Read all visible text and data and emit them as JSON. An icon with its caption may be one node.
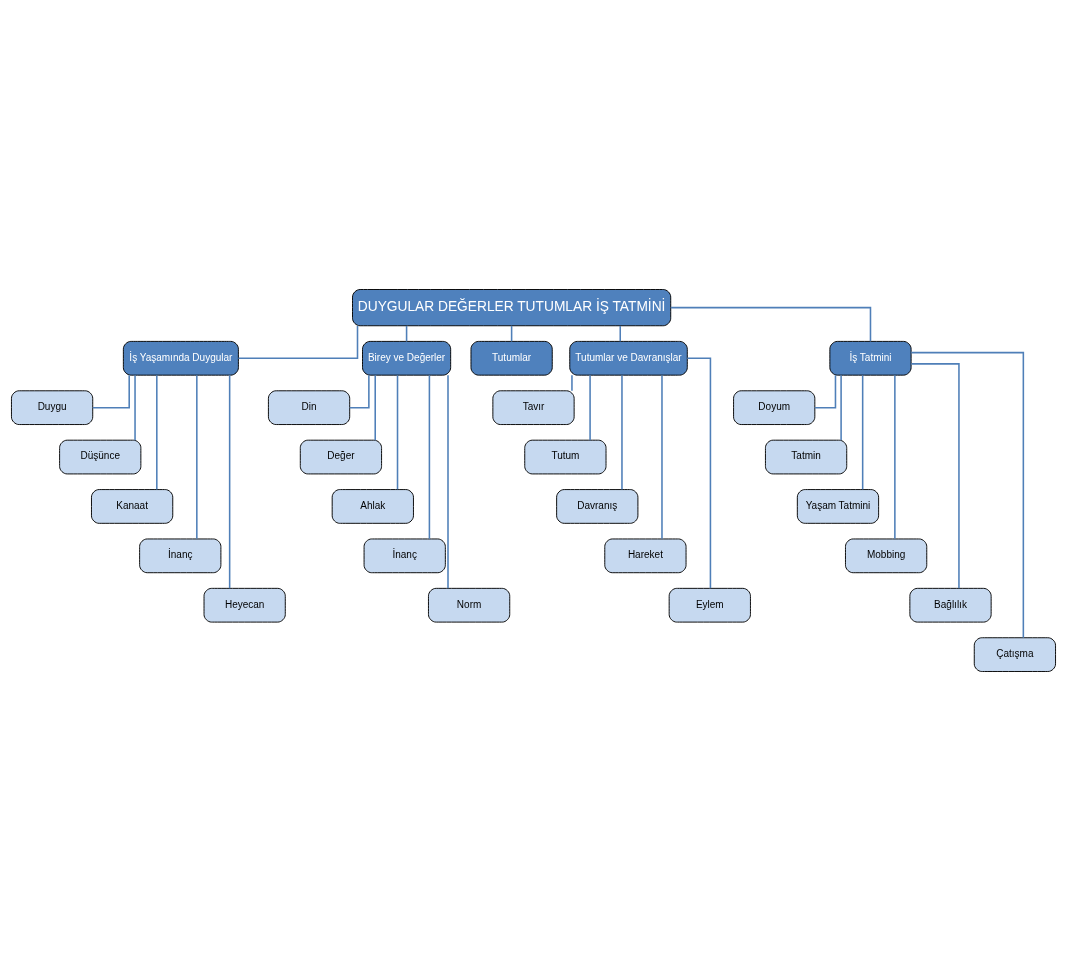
{
  "diagram": {
    "nodes": [
      {
        "text": [
          "DUYGULAR DEĞERLER TUTUMLAR İŞ TATMİNİ"
        ]
      },
      {
        "text": [
          "İş Yaşamında Duygular"
        ]
      },
      {
        "text": [
          "Birey ve Değerler"
        ]
      },
      {
        "text": [
          "Tutumlar"
        ]
      },
      {
        "text": [
          "Tutumlar ve Davranışlar"
        ]
      },
      {
        "text": [
          "İş Tatmini"
        ]
      },
      {
        "text": [
          "Duygu"
        ]
      },
      {
        "text": [
          "Düşünce"
        ]
      },
      {
        "text": [
          "Kanaat"
        ]
      },
      {
        "text": [
          "İnanç"
        ]
      },
      {
        "text": [
          "Heyecan"
        ]
      },
      {
        "text": [
          "Din"
        ]
      },
      {
        "text": [
          "Değer"
        ]
      },
      {
        "text": [
          "Ahlak"
        ]
      },
      {
        "text": [
          "İnanç"
        ]
      },
      {
        "text": [
          "Norm"
        ]
      },
      {
        "text": [
          "Tavır"
        ]
      },
      {
        "text": [
          "Tutum"
        ]
      },
      {
        "text": [
          "Davranış"
        ]
      },
      {
        "text": [
          "Hareket"
        ]
      },
      {
        "text": [
          "Eylem"
        ]
      },
      {
        "text": [
          "Doyum"
        ]
      },
      {
        "text": [
          "Tatmin"
        ]
      },
      {
        "text": [
          "Yaşam Tatmini"
        ]
      },
      {
        "text": [
          "Mobbing"
        ]
      },
      {
        "text": [
          "Bağlılık"
        ]
      },
      {
        "text": [
          "Çatışma"
        ]
      }
    ],
    "edges": [
      {
        "from": 0,
        "to": 1,
        "arrow": "none"
      },
      {
        "from": 0,
        "to": 2,
        "arrow": "none"
      },
      {
        "from": 0,
        "to": 3,
        "arrow": "none"
      },
      {
        "from": 0,
        "to": 4,
        "arrow": "none"
      },
      {
        "from": 0,
        "to": 5,
        "arrow": "none"
      },
      {
        "from": 1,
        "to": 6,
        "arrow": "none"
      },
      {
        "from": 1,
        "to": 7,
        "arrow": "none"
      },
      {
        "from": 1,
        "to": 8,
        "arrow": "none"
      },
      {
        "from": 1,
        "to": 9,
        "arrow": "none"
      },
      {
        "from": 1,
        "to": 10,
        "arrow": "none"
      },
      {
        "from": 2,
        "to": 11,
        "arrow": "none"
      },
      {
        "from": 2,
        "to": 12,
        "arrow": "none"
      },
      {
        "from": 2,
        "to": 13,
        "arrow": "none"
      },
      {
        "from": 2,
        "to": 14,
        "arrow": "none"
      },
      {
        "from": 2,
        "to": 15,
        "arrow": "none"
      },
      {
        "from": 4,
        "to": 16,
        "arrow": "none"
      },
      {
        "from": 4,
        "to": 17,
        "arrow": "none"
      },
      {
        "from": 4,
        "to": 18,
        "arrow": "none"
      },
      {
        "from": 4,
        "to": 19,
        "arrow": "none"
      },
      {
        "from": 4,
        "to": 20,
        "arrow": "none"
      },
      {
        "from": 5,
        "to": 21,
        "arrow": "none"
      },
      {
        "from": 5,
        "to": 22,
        "arrow": "none"
      },
      {
        "from": 5,
        "to": 23,
        "arrow": "none"
      },
      {
        "from": 5,
        "to": 24,
        "arrow": "none"
      },
      {
        "from": 5,
        "to": 25,
        "arrow": "none"
      },
      {
        "from": 5,
        "to": 26,
        "arrow": "none"
      }
    ]
  }
}
